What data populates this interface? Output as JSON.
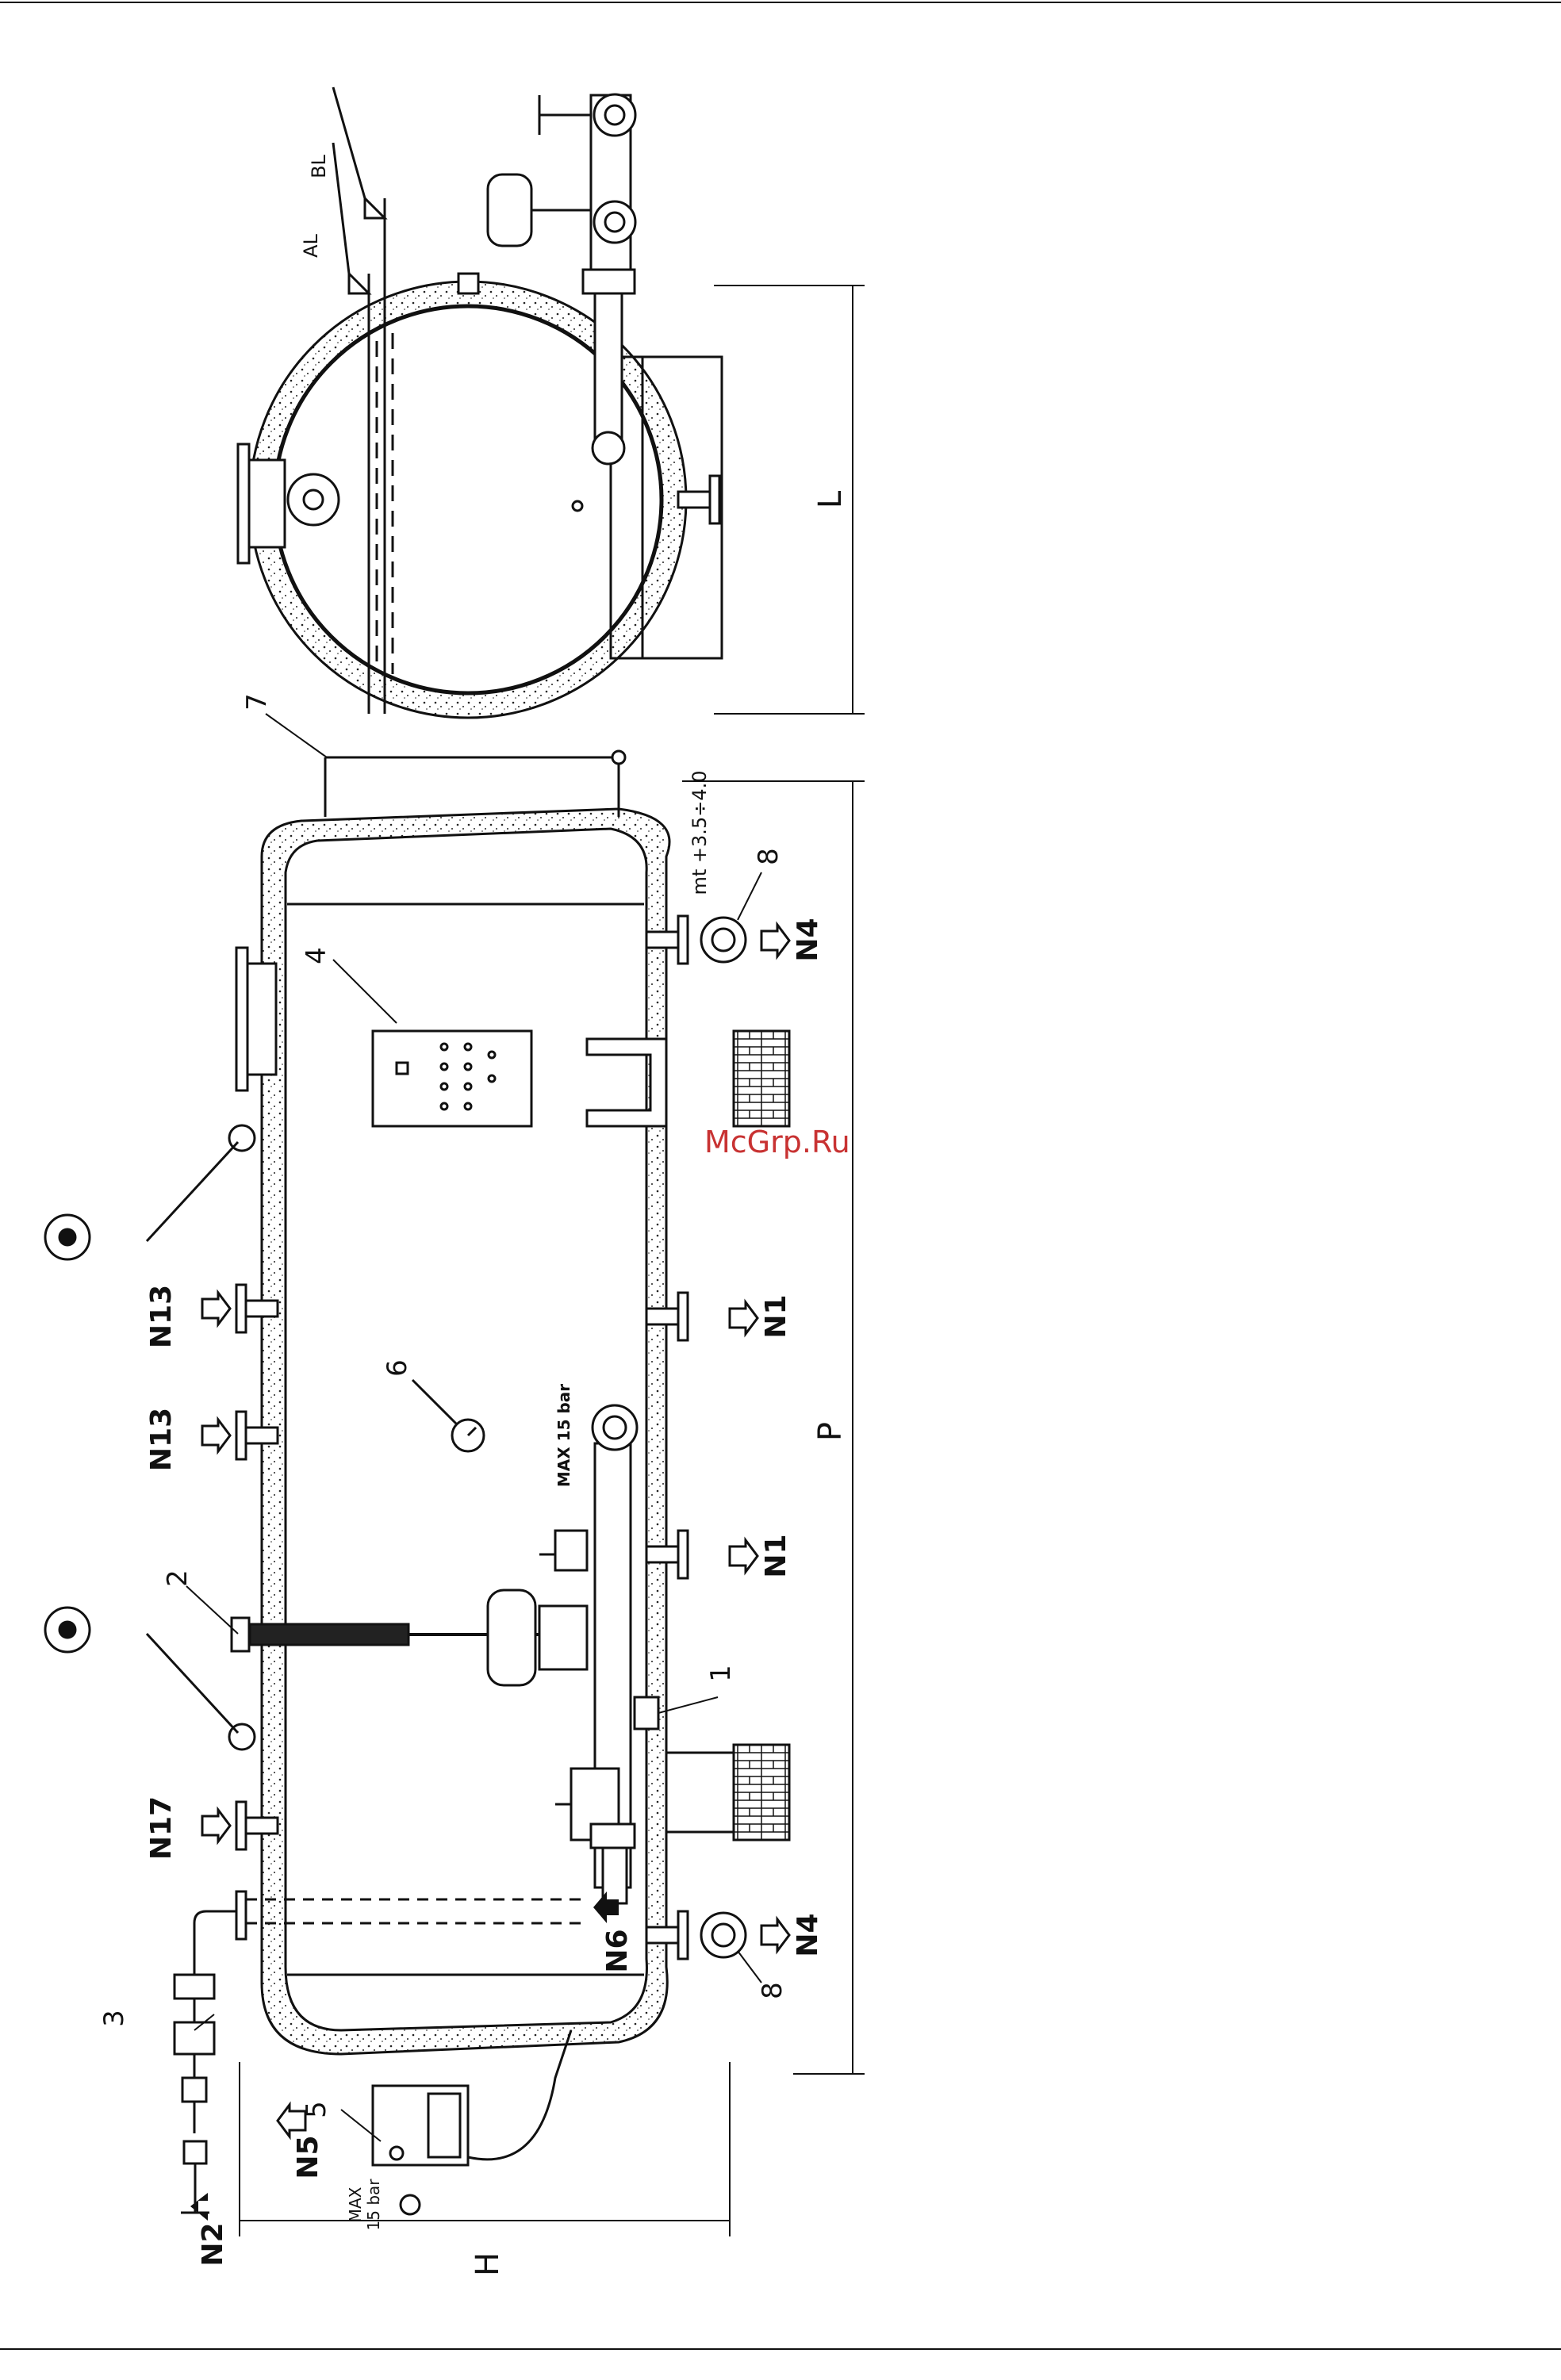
{
  "watermark": "McGrp.Ru",
  "labels": {
    "num_1": "1",
    "num_2": "2",
    "num_3": "3",
    "num_4": "4",
    "num_5": "5",
    "num_6": "6",
    "num_7": "7",
    "num_8_top": "8",
    "num_8_bottom": "8",
    "n1_a": "N1",
    "n1_b": "N1",
    "n2": "N2",
    "n4_top": "N4",
    "n4_bottom": "N4",
    "n5": "N5",
    "n6": "N6",
    "n13_a": "N13",
    "n13_b": "N13",
    "n17": "N17",
    "max15_steam": "MAX 15 bar",
    "max15_gauge_a": "MAX",
    "max15_gauge_b": "15  bar",
    "dim_H": "H",
    "dim_P": "P",
    "dim_L": "L",
    "level_note": "mt +3.5÷4.0",
    "AL": "AL",
    "BL": "BL"
  }
}
